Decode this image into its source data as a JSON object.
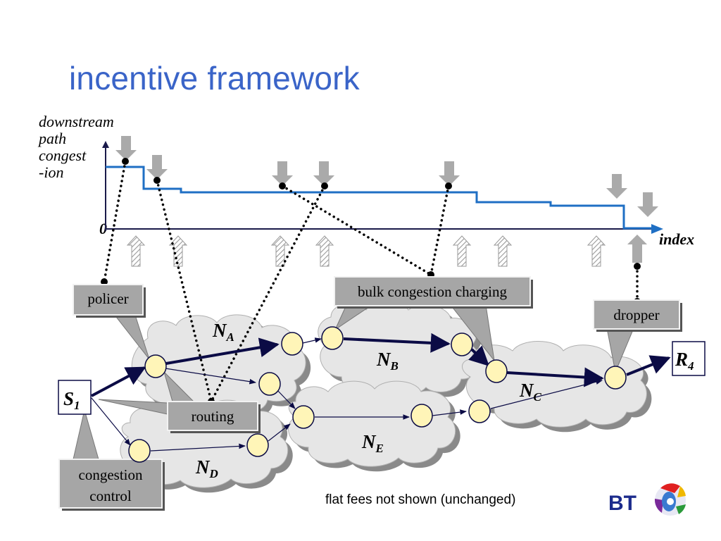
{
  "slide": {
    "title": "incentive framework",
    "footnote": "flat fees not shown (unchanged)"
  },
  "chart": {
    "ylabel_lines": [
      "downstream",
      "path",
      "congest",
      "-ion"
    ],
    "zero_label": "0",
    "xlabel": "index"
  },
  "boxes": {
    "policer": "policer",
    "bulk": "bulk congestion charging",
    "dropper": "dropper",
    "routing": "routing",
    "congestion_line1": "congestion",
    "congestion_line2": "control"
  },
  "networks": {
    "a": {
      "main": "N",
      "sub": "A"
    },
    "b": {
      "main": "N",
      "sub": "B"
    },
    "c": {
      "main": "N",
      "sub": "C"
    },
    "d": {
      "main": "N",
      "sub": "D"
    },
    "e": {
      "main": "N",
      "sub": "E"
    }
  },
  "endpoints": {
    "source": {
      "main": "S",
      "sub": "1"
    },
    "receiver": {
      "main": "R",
      "sub": "4"
    }
  },
  "logo": {
    "text": "BT"
  },
  "colors": {
    "title": "#3a64c8",
    "congestion_line": "#1f6fc4",
    "axis": "#1a1a4a",
    "node_fill": "#fff5b8",
    "cloud_fill": "#e6e6e6",
    "box_fill": "#a6a6a6"
  }
}
